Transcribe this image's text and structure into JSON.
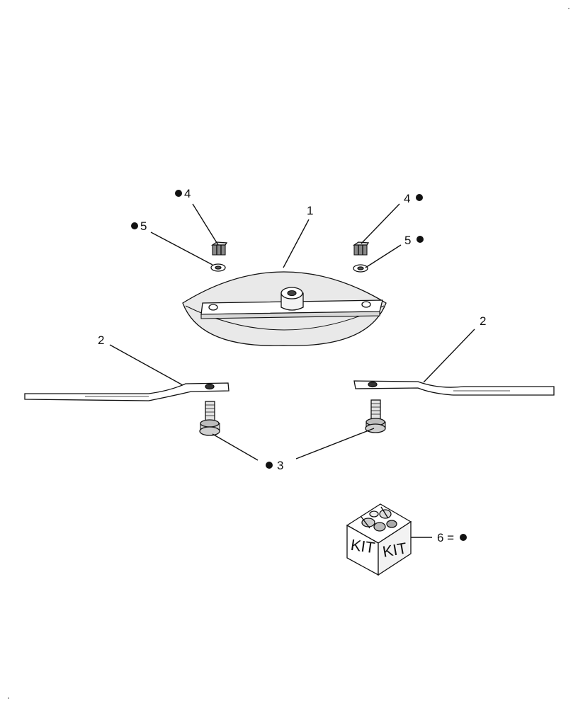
{
  "callouts": {
    "disc": "1",
    "blade_left": "2",
    "blade_right": "2",
    "bolt": "3",
    "nut_left": "4",
    "nut_right": "4",
    "washer_left": "5",
    "washer_right": "5",
    "kit": "6 ="
  },
  "kit_box": {
    "label_left": "KIT",
    "label_right": "KIT"
  },
  "colors": {
    "ink": "#111111",
    "disc_fill": "#e6e6e6",
    "background": "#ffffff"
  }
}
